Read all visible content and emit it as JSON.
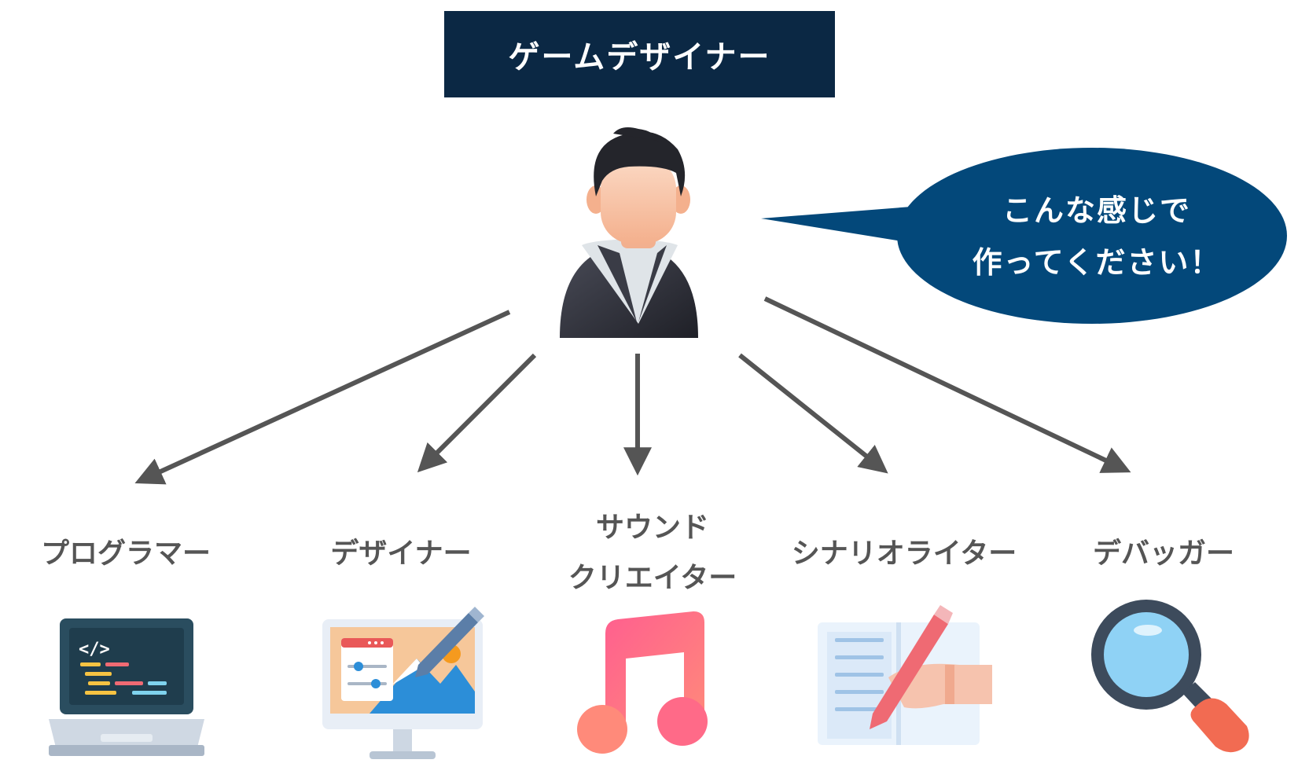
{
  "header": {
    "title": "ゲームデザイナー"
  },
  "speech_bubble": {
    "line1": "こんな感じで",
    "line2": "作ってください！"
  },
  "roles": [
    {
      "label": "プログラマー",
      "icon": "laptop-code-icon"
    },
    {
      "label": "デザイナー",
      "icon": "monitor-design-icon"
    },
    {
      "label_line1": "サウンド",
      "label_line2": "クリエイター",
      "icon": "music-note-icon"
    },
    {
      "label": "シナリオライター",
      "icon": "book-pencil-icon"
    },
    {
      "label": "デバッガー",
      "icon": "magnifier-icon"
    }
  ],
  "colors": {
    "title_bg": "#0b2844",
    "bubble_bg": "#03487a",
    "arrow": "#555555",
    "label": "#555555"
  }
}
